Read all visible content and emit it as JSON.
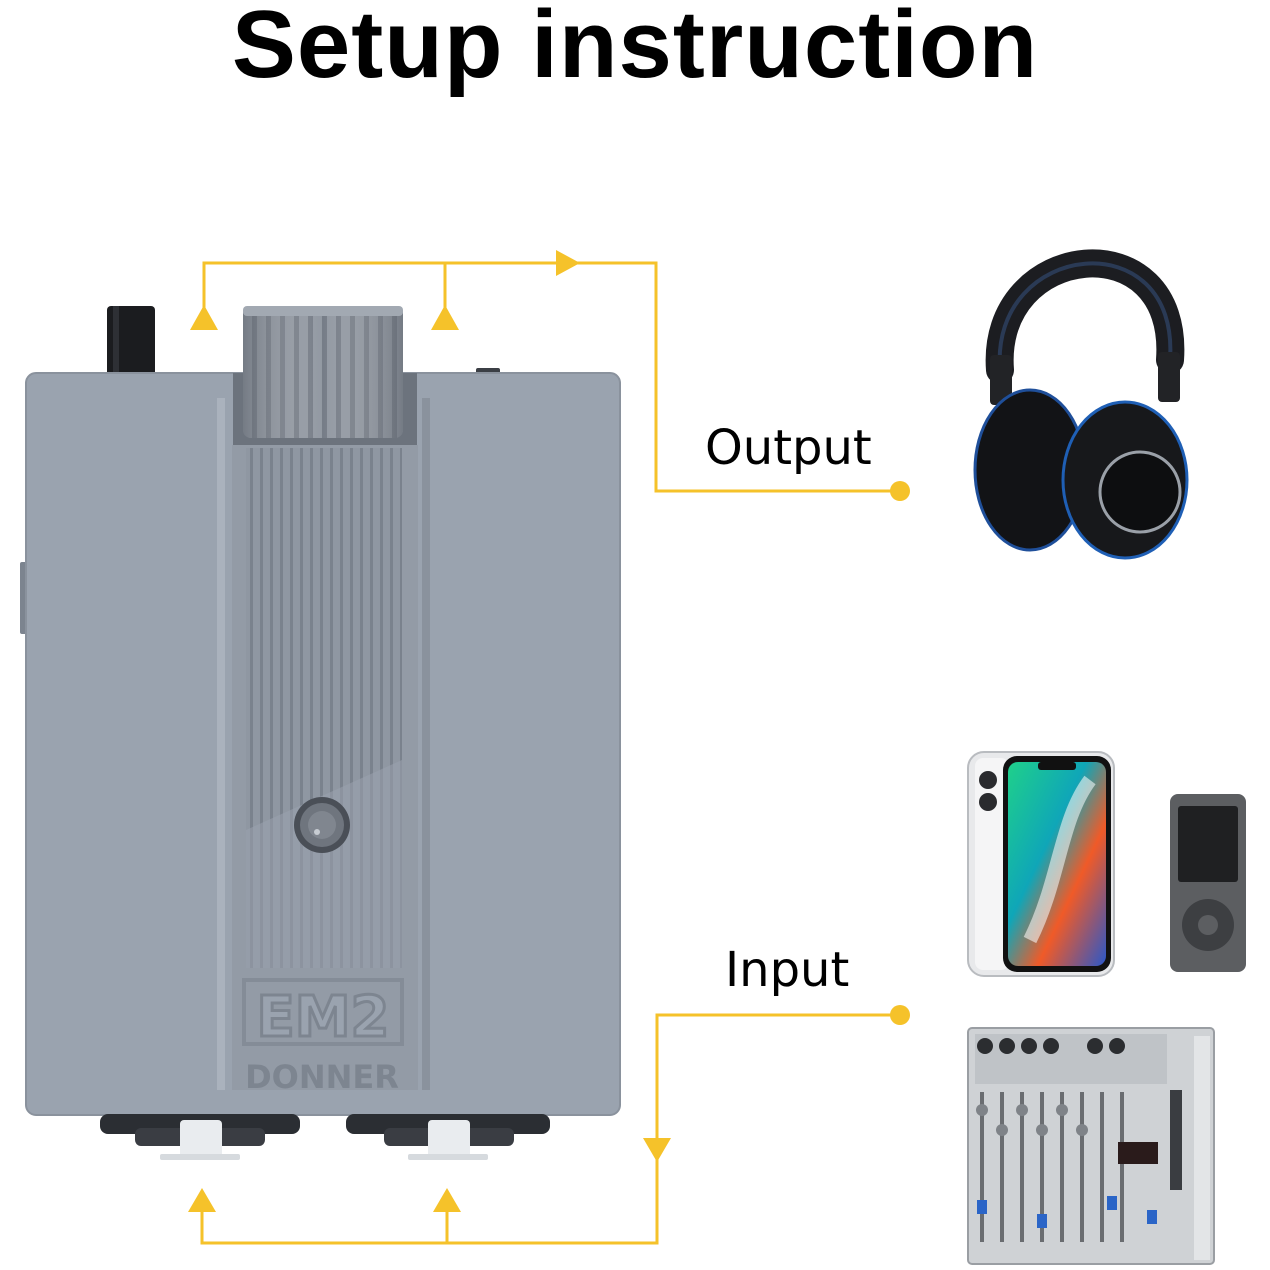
{
  "title": "Setup instruction",
  "labels": {
    "output": "Output",
    "input": "Input"
  },
  "device": {
    "model_text": "EM2",
    "brand_text": "DONNER"
  },
  "colors": {
    "connector_line": "#f5c22a",
    "device_body": "#9aa3af",
    "device_dark": "#868e99"
  }
}
